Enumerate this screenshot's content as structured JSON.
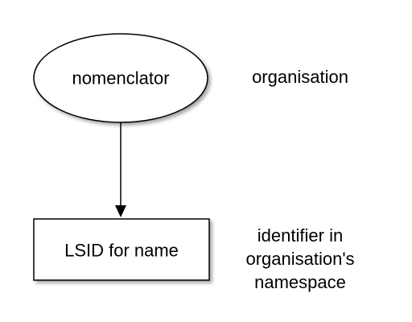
{
  "diagram": {
    "nodes": {
      "nomenclator": {
        "label": "nomenclator",
        "shape": "ellipse"
      },
      "lsid": {
        "label": "LSID for name",
        "shape": "rectangle"
      }
    },
    "edges": [
      {
        "from": "nomenclator",
        "to": "lsid"
      }
    ],
    "annotations": {
      "organisation": {
        "lines": [
          "organisation"
        ]
      },
      "identifier": {
        "lines": [
          "identifier in",
          "organisation's",
          "namespace"
        ]
      }
    },
    "colors": {
      "stroke": "#000000",
      "fill": "#ffffff",
      "text": "#000000"
    }
  }
}
